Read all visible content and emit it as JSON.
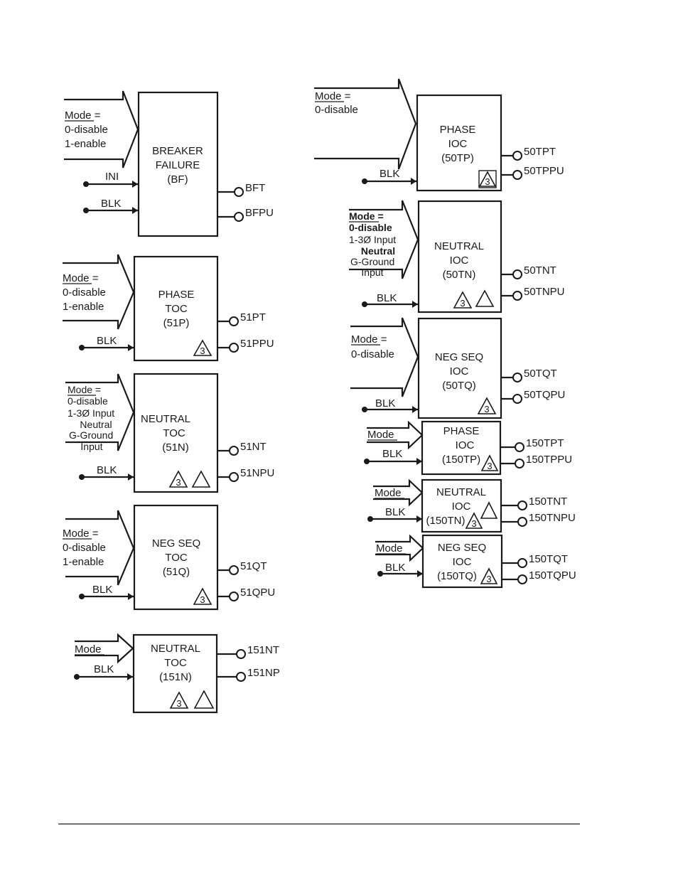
{
  "common": {
    "mode_label": "Mode",
    "mode_equals": "Mode =",
    "blk": "BLK",
    "ini": "INI",
    "disable": "0-disable",
    "enable": "1-enable",
    "three_phase_input": "1-3Ø Input",
    "neutral_word": "Neutral",
    "g_ground": "G-Ground",
    "input_word": "Input",
    "badge_three": "3"
  },
  "blocks": {
    "bf": {
      "lines": [
        "BREAKER",
        "FAILURE",
        "(BF)"
      ],
      "outputs": [
        "BFT",
        "BFPU"
      ]
    },
    "p51": {
      "lines": [
        "PHASE",
        "TOC",
        "(51P)"
      ],
      "outputs": [
        "51PT",
        "51PPU"
      ]
    },
    "n51": {
      "lines": [
        "NEUTRAL",
        "TOC",
        "(51N)"
      ],
      "outputs": [
        "51NT",
        "51NPU"
      ]
    },
    "q51": {
      "lines": [
        "NEG SEQ",
        "TOC",
        "(51Q)"
      ],
      "outputs": [
        "51QT",
        "51QPU"
      ]
    },
    "n151": {
      "lines": [
        "NEUTRAL",
        "TOC",
        "(151N)"
      ],
      "outputs": [
        "151NT",
        "151NP"
      ]
    },
    "p50": {
      "lines": [
        "PHASE",
        "IOC",
        "(50TP)"
      ],
      "outputs": [
        "50TPT",
        "50TPPU"
      ]
    },
    "n50": {
      "lines": [
        "NEUTRAL",
        "IOC",
        "(50TN)"
      ],
      "outputs": [
        "50TNT",
        "50TNPU"
      ]
    },
    "q50": {
      "lines": [
        "NEG SEQ",
        "IOC",
        "(50TQ)"
      ],
      "outputs": [
        "50TQT",
        "50TQPU"
      ]
    },
    "p150": {
      "lines": [
        "PHASE",
        "IOC",
        "(150TP)"
      ],
      "outputs": [
        "150TPT",
        "150TPPU"
      ]
    },
    "n150": {
      "lines": [
        "NEUTRAL",
        "IOC",
        "(150TN)"
      ],
      "outputs": [
        "150TNT",
        "150TNPU"
      ]
    },
    "q150": {
      "lines": [
        "NEG SEQ",
        "IOC",
        "(150TQ)"
      ],
      "outputs": [
        "150TQT",
        "150TQPU"
      ]
    }
  }
}
